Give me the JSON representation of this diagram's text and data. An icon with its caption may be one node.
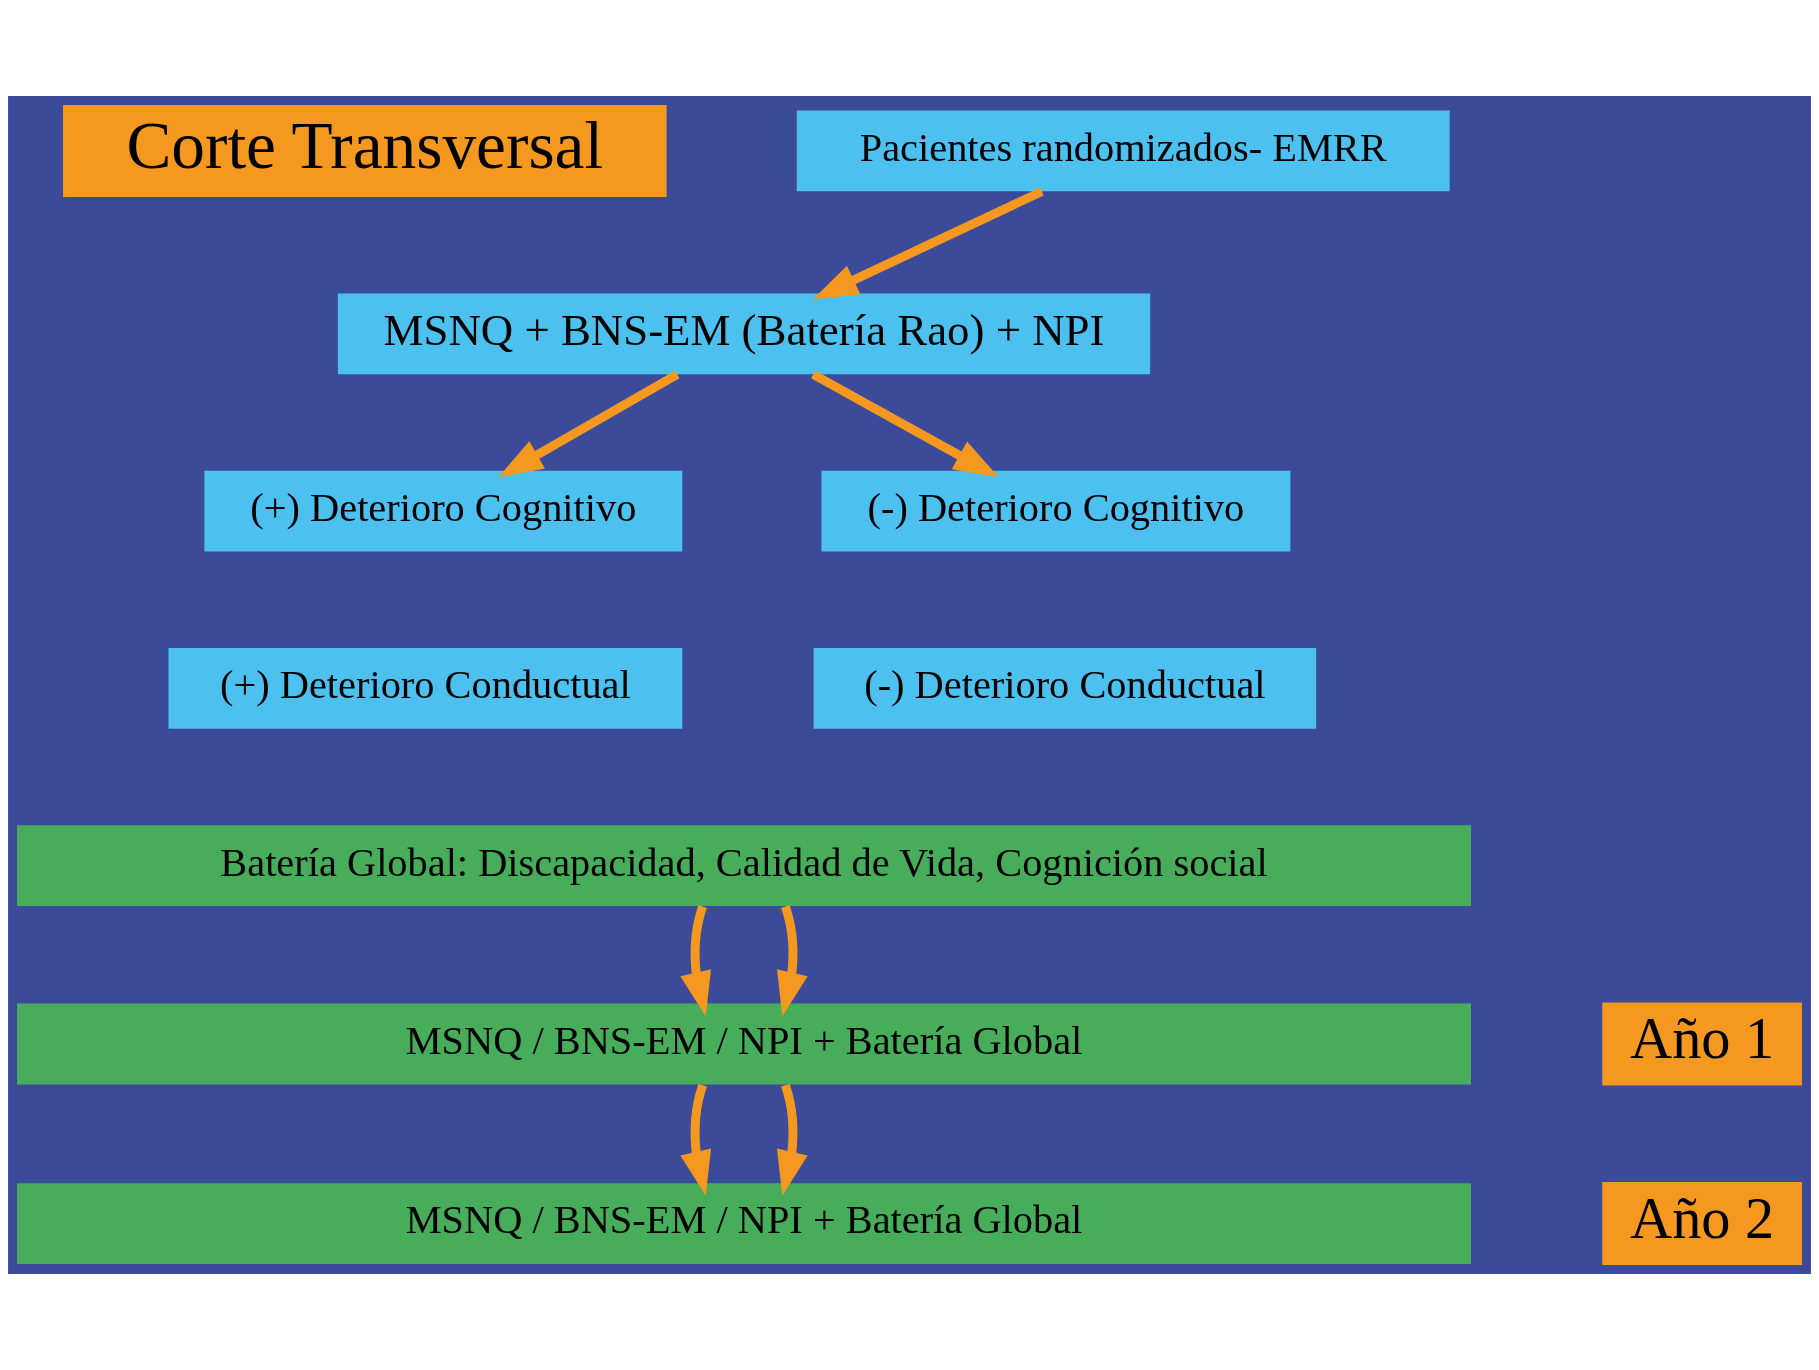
{
  "diagram": {
    "nodes": [
      {
        "text": [
          "Corte Transversal"
        ]
      },
      {
        "text": [
          "Pacientes randomizados- EMRR"
        ]
      },
      {
        "text": [
          "MSNQ + BNS-EM (Batería Rao) + NPI"
        ]
      },
      {
        "text": [
          "(+) Deterioro Cognitivo"
        ]
      },
      {
        "text": [
          "(-) Deterioro Cognitivo"
        ]
      },
      {
        "text": [
          "(+) Deterioro Conductual"
        ]
      },
      {
        "text": [
          "(-) Deterioro Conductual"
        ]
      },
      {
        "text": [
          "Batería Global: Discapacidad, Calidad de Vida, Cognición social"
        ]
      },
      {
        "text": [
          "Año 1"
        ]
      },
      {
        "text": [
          "MSNQ / BNS-EM / NPI + Batería Global"
        ]
      },
      {
        "text": [
          "Año 2"
        ]
      },
      {
        "text": [
          "MSNQ / BNS-EM / NPI + Batería Global"
        ]
      }
    ],
    "edges": [
      {
        "from": 1,
        "to": 2,
        "arrow": "to"
      },
      {
        "from": 2,
        "to": 3,
        "arrow": "to"
      },
      {
        "from": 2,
        "to": 4,
        "arrow": "to"
      },
      {
        "from": 7,
        "to": 9,
        "arrow": "to"
      },
      {
        "from": 7,
        "to": 9,
        "arrow": "to"
      },
      {
        "from": 9,
        "to": 11,
        "arrow": "to"
      },
      {
        "from": 9,
        "to": 11,
        "arrow": "to"
      }
    ]
  }
}
